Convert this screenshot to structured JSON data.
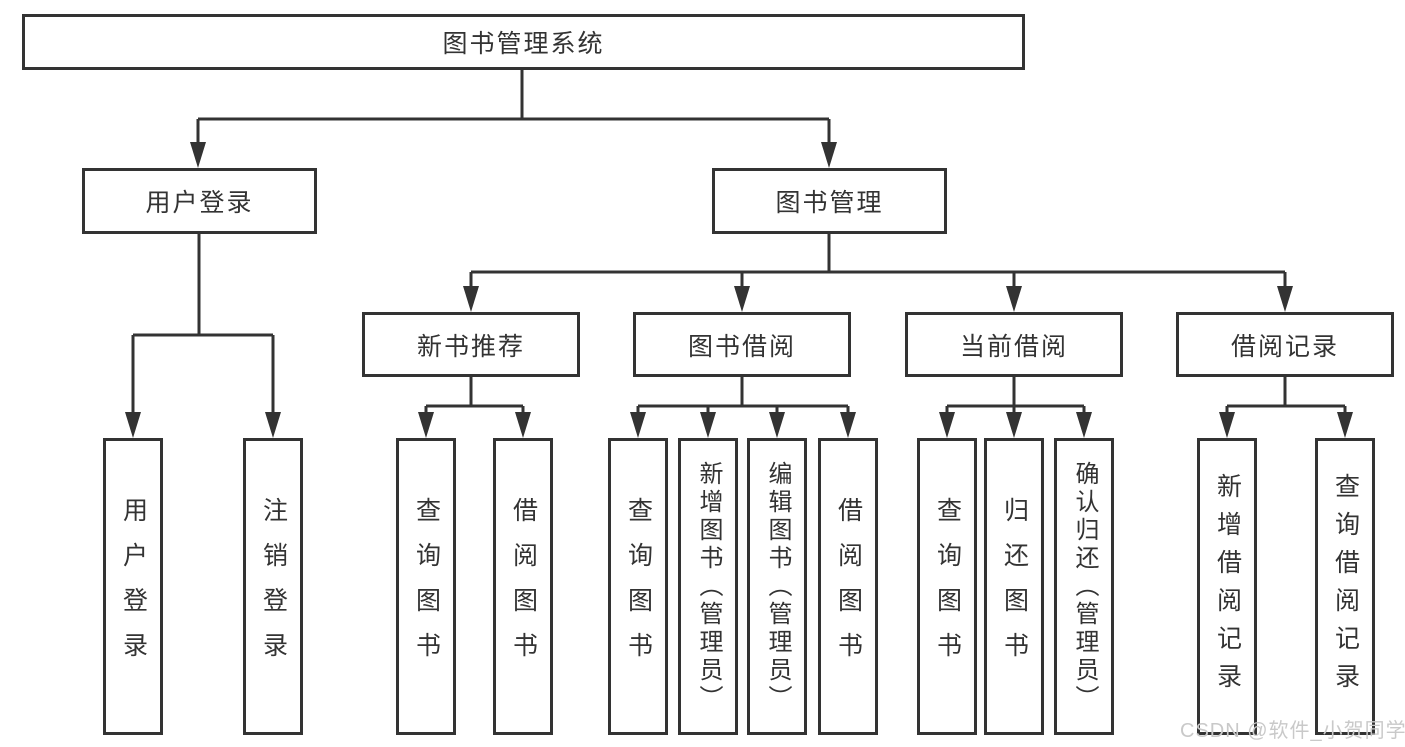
{
  "watermark": "CSDN @软件_小贺同学",
  "colors": {
    "line": "#333333",
    "text": "#333333",
    "watermark": "#c9c9c9",
    "background": "#ffffff"
  },
  "tree": {
    "root": "图书管理系统",
    "branches": [
      {
        "label": "用户登录",
        "children": [
          "用户登录",
          "注销登录"
        ]
      },
      {
        "label": "图书管理",
        "groups": [
          {
            "label": "新书推荐",
            "children": [
              "查询图书",
              "借阅图书"
            ]
          },
          {
            "label": "图书借阅",
            "children": [
              "查询图书",
              "新增图书（管理员）",
              "编辑图书（管理员）",
              "借阅图书"
            ]
          },
          {
            "label": "当前借阅",
            "children": [
              "查询图书",
              "归还图书",
              "确认归还（管理员）"
            ]
          },
          {
            "label": "借阅记录",
            "children": [
              "新增借阅记录",
              "查询借阅记录"
            ]
          }
        ]
      }
    ]
  }
}
